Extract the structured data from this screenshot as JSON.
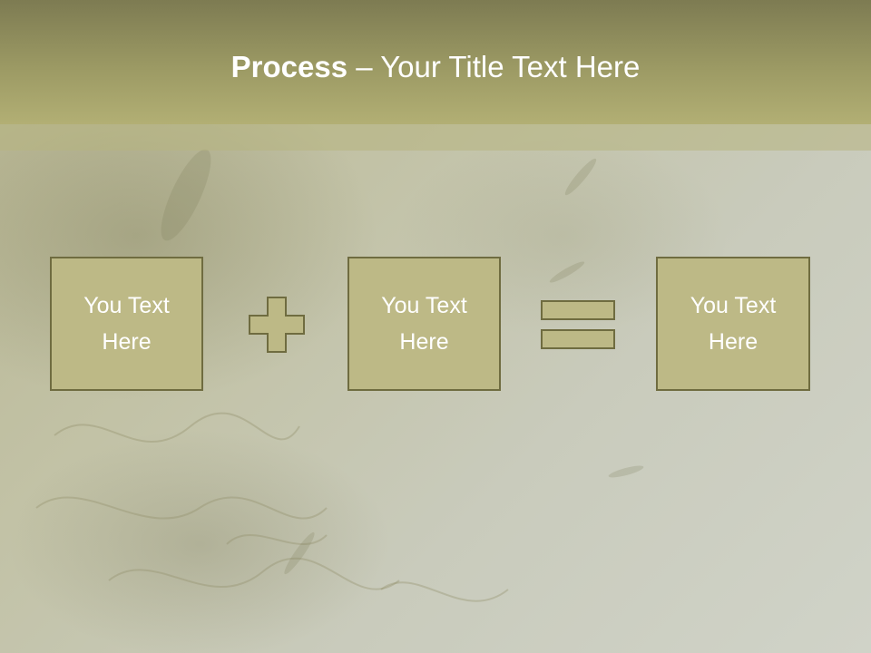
{
  "slide": {
    "title_bold": "Process",
    "title_rest": " – Your Title Text Here"
  },
  "process": {
    "boxes": [
      {
        "line1": "You Text",
        "line2": "Here"
      },
      {
        "line1": "You Text",
        "line2": "Here"
      },
      {
        "line1": "You Text",
        "line2": "Here"
      }
    ],
    "operators": [
      "plus-icon",
      "equals-icon"
    ]
  },
  "colors": {
    "title_bar": "#9c9a64",
    "box_fill": "#bdb986",
    "box_border": "#6f6c40",
    "text": "#ffffff"
  }
}
